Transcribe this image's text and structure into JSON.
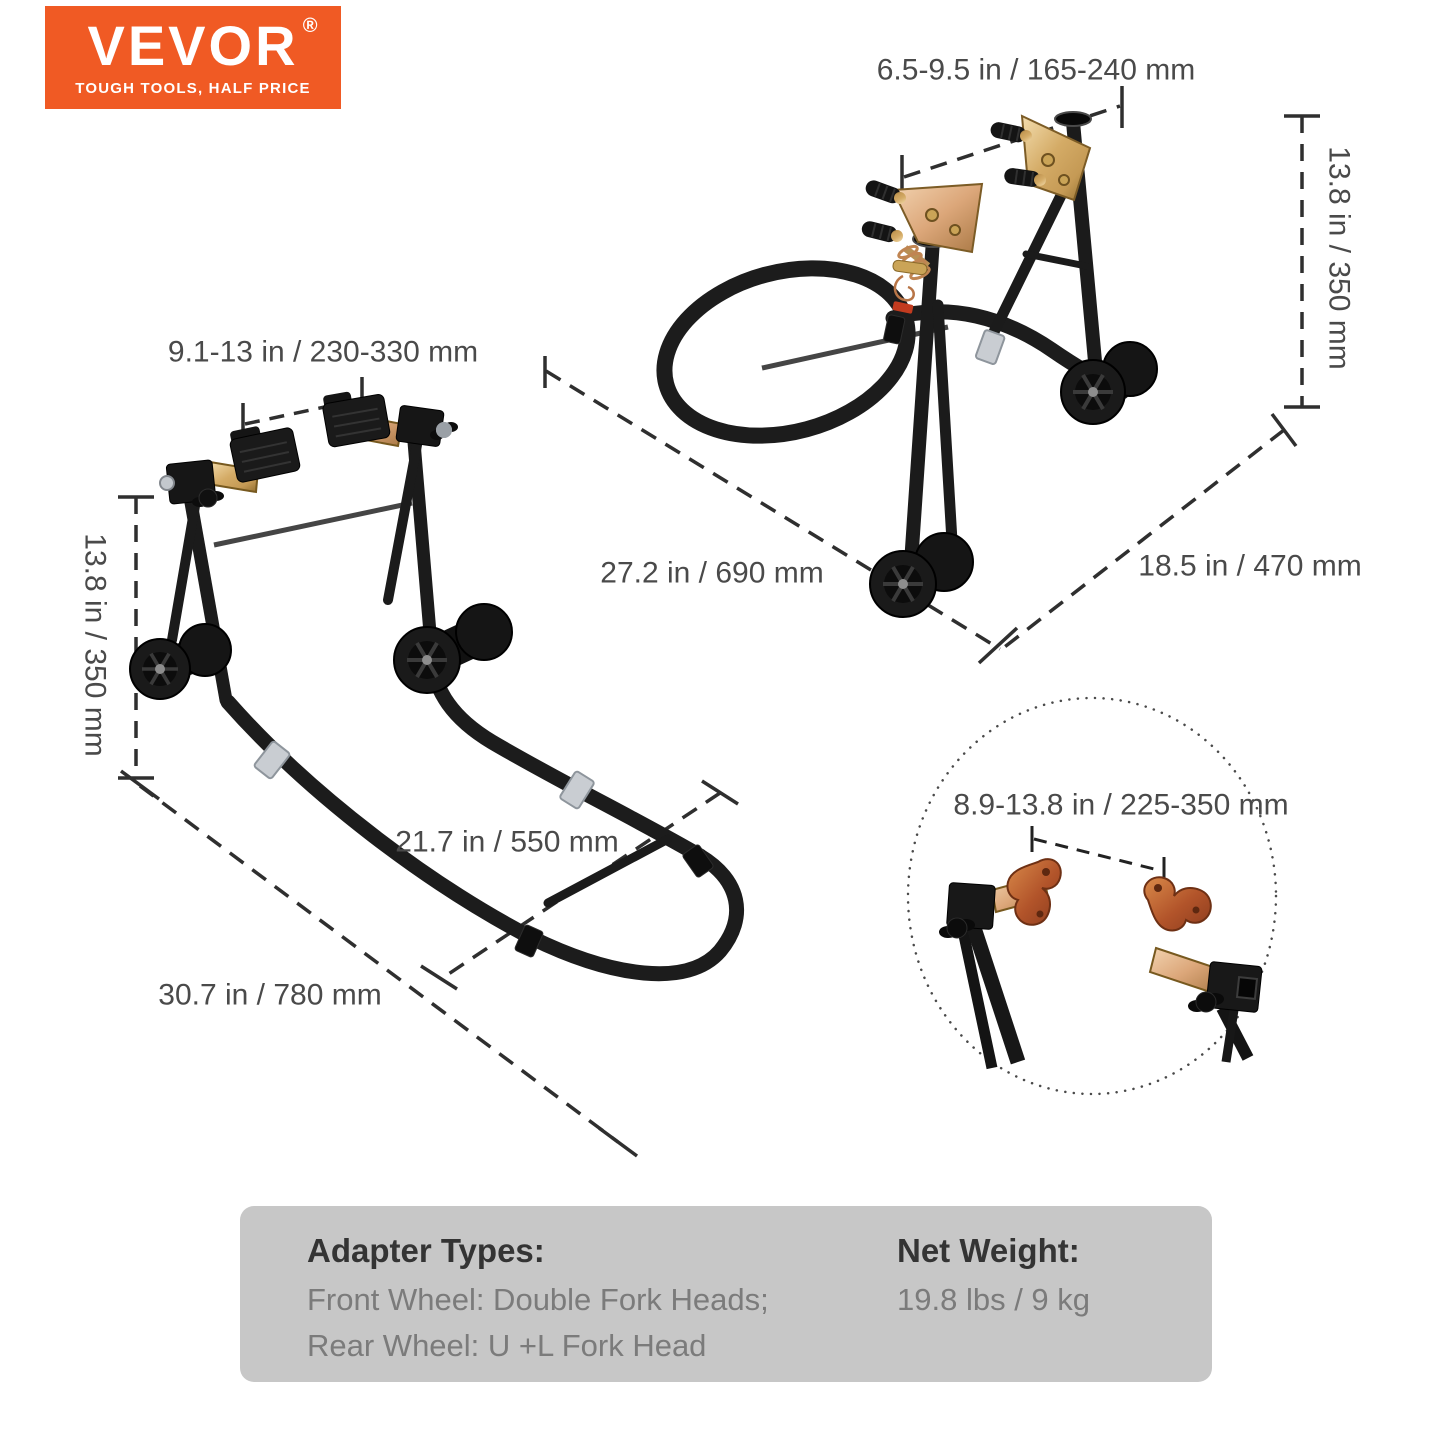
{
  "brand": {
    "name": "VEVOR",
    "registered_mark": "®",
    "tagline": "TOUGH TOOLS, HALF PRICE",
    "logo_bg_color": "#F05A24",
    "logo_text_color": "#FFFFFF"
  },
  "annotations": {
    "rear_stand": {
      "adapter_span": "6.5-9.5 in / 165-240 mm",
      "height": "13.8 in / 350 mm",
      "width": "18.5 in / 470 mm",
      "length": "27.2 in / 690 mm"
    },
    "front_stand": {
      "adapter_span": "9.1-13 in / 230-330 mm",
      "height": "13.8 in / 350 mm",
      "inner_length": "21.7 in / 550 mm",
      "length": "30.7 in / 780 mm"
    },
    "fork_head_inset": {
      "adapter_span": "8.9-13.8 in / 225-350 mm"
    }
  },
  "spec_panel": {
    "adapter_types_label": "Adapter Types:",
    "adapter_front_wheel": "Front Wheel: Double Fork Heads;",
    "adapter_rear_wheel": "Rear Wheel: U +L Fork Head",
    "net_weight_label": "Net Weight:",
    "net_weight_value": "19.8 lbs / 9 kg",
    "panel_bg_color": "#C7C7C7"
  },
  "colors": {
    "annotation_text": "#4A4A4A",
    "spec_heading": "#343434",
    "spec_body": "#7B7B7B",
    "frame_black": "#1B1B1B",
    "adapter_gold": "#D0A861",
    "hook_red_gold": "#B2542A",
    "clamp_silver": "#C9CDD2",
    "background": "#FFFFFF"
  }
}
